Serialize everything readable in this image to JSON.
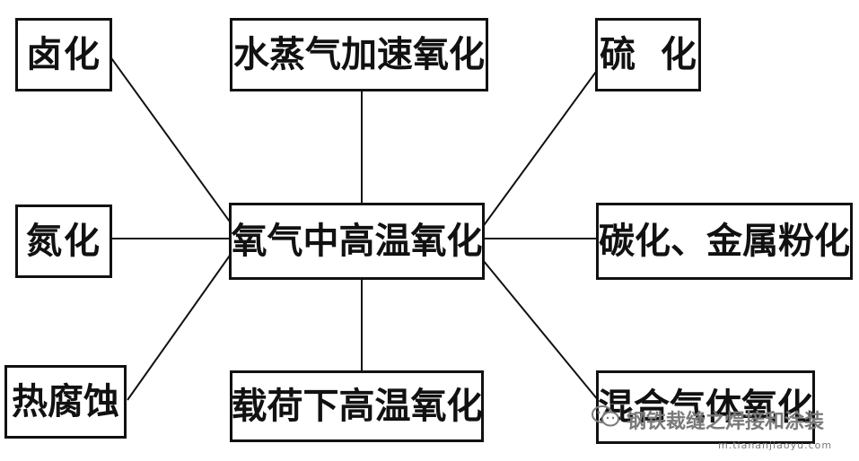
{
  "diagram": {
    "center": {
      "label": "氧气中高温氧化"
    },
    "nodes": {
      "top_left": "卤化",
      "top_center": "水蒸气加速氧化",
      "top_right": "硫  化",
      "mid_left": "氮化",
      "mid_right": "碳化、金属粉化",
      "bottom_left": "热腐蚀",
      "bottom_center": "载荷下高温氧化",
      "bottom_right": "混合气体氧化"
    }
  },
  "watermark": {
    "name": "钢铁裁缝之焊接和涂装",
    "url": "m.tiananjiaoyu.com",
    "icon": "wechat-icon"
  },
  "colors": {
    "line": "#111111",
    "watermark": "#7a7a7a"
  }
}
